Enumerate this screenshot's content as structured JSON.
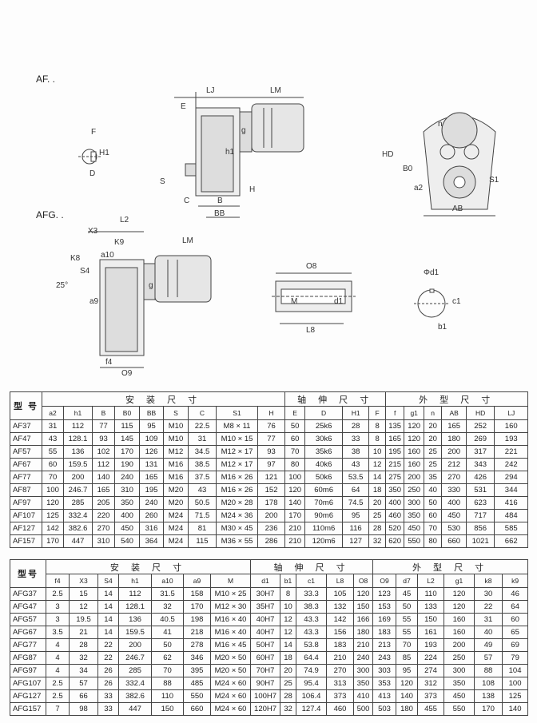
{
  "sections": {
    "af": "AF. .",
    "afg": "AFG. ."
  },
  "drawing_labels": {
    "af_side": [
      "LJ",
      "LM",
      "E",
      "g",
      "h1",
      "S",
      "C",
      "B",
      "BB",
      "H"
    ],
    "af_shaft": [
      "F",
      "H1",
      "D"
    ],
    "af_end": [
      "n",
      "HD",
      "B0",
      "a2",
      "S1",
      "AB"
    ],
    "afg_side": [
      "X3",
      "L2",
      "K9",
      "a10",
      "K8",
      "S4",
      "25°",
      "a9",
      "f4",
      "O9",
      "LM",
      "g"
    ],
    "afg_shaft": [
      "O8",
      "d1",
      "L8",
      "M"
    ],
    "afg_hole": [
      "Φd1",
      "c1",
      "b1"
    ]
  },
  "table_af": {
    "model_header": "型 号",
    "groups": [
      "安 装 尺 寸",
      "轴 伸 尺 寸",
      "外 型 尺 寸"
    ],
    "columns": [
      "a2",
      "h1",
      "B",
      "B0",
      "BB",
      "S",
      "C",
      "S1",
      "H",
      "E",
      "D",
      "H1",
      "F",
      "f",
      "g1",
      "n",
      "AB",
      "HD",
      "LJ"
    ],
    "rows": [
      [
        "AF37",
        "31",
        "112",
        "77",
        "115",
        "95",
        "M10",
        "22.5",
        "M8 × 11",
        "76",
        "50",
        "25k6",
        "28",
        "8",
        "135",
        "120",
        "20",
        "165",
        "252",
        "160"
      ],
      [
        "AF47",
        "43",
        "128.1",
        "93",
        "145",
        "109",
        "M10",
        "31",
        "M10 × 15",
        "77",
        "60",
        "30k6",
        "33",
        "8",
        "165",
        "120",
        "20",
        "180",
        "269",
        "193"
      ],
      [
        "AF57",
        "55",
        "136",
        "102",
        "170",
        "126",
        "M12",
        "34.5",
        "M12 × 17",
        "93",
        "70",
        "35k6",
        "38",
        "10",
        "195",
        "160",
        "25",
        "200",
        "317",
        "221"
      ],
      [
        "AF67",
        "60",
        "159.5",
        "112",
        "190",
        "131",
        "M16",
        "38.5",
        "M12 × 17",
        "97",
        "80",
        "40k6",
        "43",
        "12",
        "215",
        "160",
        "25",
        "212",
        "343",
        "242"
      ],
      [
        "AF77",
        "70",
        "200",
        "140",
        "240",
        "165",
        "M16",
        "37.5",
        "M16 × 26",
        "121",
        "100",
        "50k6",
        "53.5",
        "14",
        "275",
        "200",
        "35",
        "270",
        "426",
        "294"
      ],
      [
        "AF87",
        "100",
        "246.7",
        "165",
        "310",
        "195",
        "M20",
        "43",
        "M16 × 26",
        "152",
        "120",
        "60m6",
        "64",
        "18",
        "350",
        "250",
        "40",
        "330",
        "531",
        "344"
      ],
      [
        "AF97",
        "120",
        "285",
        "205",
        "350",
        "240",
        "M20",
        "50.5",
        "M20 × 28",
        "178",
        "140",
        "70m6",
        "74.5",
        "20",
        "400",
        "300",
        "50",
        "400",
        "623",
        "416"
      ],
      [
        "AF107",
        "125",
        "332.4",
        "220",
        "400",
        "260",
        "M24",
        "71.5",
        "M24 × 36",
        "200",
        "170",
        "90m6",
        "95",
        "25",
        "460",
        "350",
        "60",
        "450",
        "717",
        "484"
      ],
      [
        "AF127",
        "142",
        "382.6",
        "270",
        "450",
        "316",
        "M24",
        "81",
        "M30 × 45",
        "236",
        "210",
        "110m6",
        "116",
        "28",
        "520",
        "450",
        "70",
        "530",
        "856",
        "585"
      ],
      [
        "AF157",
        "170",
        "447",
        "310",
        "540",
        "364",
        "M24",
        "115",
        "M36 × 55",
        "286",
        "210",
        "120m6",
        "127",
        "32",
        "620",
        "550",
        "80",
        "660",
        "1021",
        "662"
      ]
    ]
  },
  "table_afg": {
    "model_header": "型号",
    "groups": [
      "安 装 尺 寸",
      "轴 伸 尺 寸",
      "外 型 尺 寸"
    ],
    "columns": [
      "f4",
      "X3",
      "S4",
      "h1",
      "a10",
      "a9",
      "M",
      "d1",
      "b1",
      "c1",
      "L8",
      "O8",
      "O9",
      "d7",
      "L2",
      "g1",
      "k8",
      "k9"
    ],
    "rows": [
      [
        "AFG37",
        "2.5",
        "15",
        "14",
        "112",
        "31.5",
        "158",
        "M10 × 25",
        "30H7",
        "8",
        "33.3",
        "105",
        "120",
        "123",
        "45",
        "110",
        "120",
        "30",
        "46"
      ],
      [
        "AFG47",
        "3",
        "12",
        "14",
        "128.1",
        "32",
        "170",
        "M12 × 30",
        "35H7",
        "10",
        "38.3",
        "132",
        "150",
        "153",
        "50",
        "133",
        "120",
        "22",
        "64"
      ],
      [
        "AFG57",
        "3",
        "19.5",
        "14",
        "136",
        "40.5",
        "198",
        "M16 × 40",
        "40H7",
        "12",
        "43.3",
        "142",
        "166",
        "169",
        "55",
        "150",
        "160",
        "31",
        "60"
      ],
      [
        "AFG67",
        "3.5",
        "21",
        "14",
        "159.5",
        "41",
        "218",
        "M16 × 40",
        "40H7",
        "12",
        "43.3",
        "156",
        "180",
        "183",
        "55",
        "161",
        "160",
        "40",
        "65"
      ],
      [
        "AFG77",
        "4",
        "28",
        "22",
        "200",
        "50",
        "278",
        "M16 × 45",
        "50H7",
        "14",
        "53.8",
        "183",
        "210",
        "213",
        "70",
        "193",
        "200",
        "49",
        "69"
      ],
      [
        "AFG87",
        "4",
        "32",
        "22",
        "246.7",
        "62",
        "346",
        "M20 × 50",
        "60H7",
        "18",
        "64.4",
        "210",
        "240",
        "243",
        "85",
        "224",
        "250",
        "57",
        "79"
      ],
      [
        "AFG97",
        "4",
        "34",
        "26",
        "285",
        "70",
        "395",
        "M20 × 50",
        "70H7",
        "20",
        "74.9",
        "270",
        "300",
        "303",
        "95",
        "274",
        "300",
        "88",
        "104"
      ],
      [
        "AFG107",
        "2.5",
        "57",
        "26",
        "332.4",
        "88",
        "485",
        "M24 × 60",
        "90H7",
        "25",
        "95.4",
        "313",
        "350",
        "353",
        "120",
        "312",
        "350",
        "108",
        "100"
      ],
      [
        "AFG127",
        "2.5",
        "66",
        "33",
        "382.6",
        "110",
        "550",
        "M24 × 60",
        "100H7",
        "28",
        "106.4",
        "373",
        "410",
        "413",
        "140",
        "373",
        "450",
        "138",
        "125"
      ],
      [
        "AFG157",
        "7",
        "98",
        "33",
        "447",
        "150",
        "660",
        "M24 × 60",
        "120H7",
        "32",
        "127.4",
        "460",
        "500",
        "503",
        "180",
        "455",
        "550",
        "170",
        "140"
      ]
    ]
  }
}
